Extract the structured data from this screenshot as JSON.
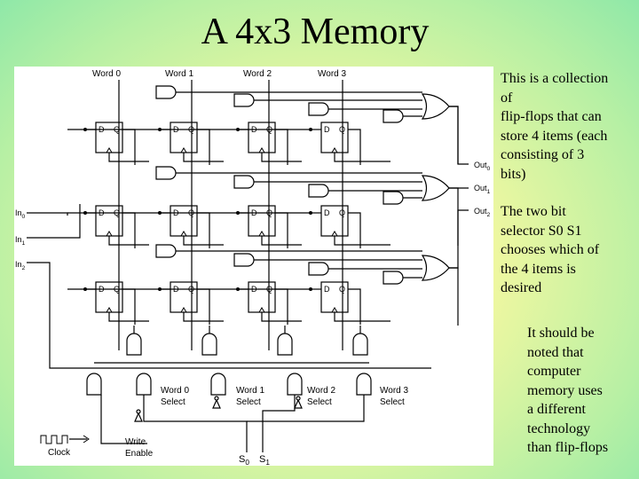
{
  "slide": {
    "title": "A 4x3 Memory",
    "notes": [
      [
        "This is a collection",
        "of",
        "flip-flops that can",
        "store 4 items (each",
        "consisting of 3",
        "bits)"
      ],
      [
        "The two bit",
        "selector S0 S1",
        "chooses which of",
        "the 4 items is",
        "desired"
      ],
      [
        "It should be",
        "noted that",
        "computer",
        "memory uses",
        "a different",
        "technology",
        "than flip-flops"
      ]
    ]
  },
  "diagram": {
    "word_labels": [
      "Word 0",
      "Word 1",
      "Word 2",
      "Word 3"
    ],
    "flipflop_pins": {
      "d": "D",
      "q": "Q"
    },
    "input_labels": [
      {
        "base": "In",
        "sub": "0"
      },
      {
        "base": "In",
        "sub": "1"
      },
      {
        "base": "In",
        "sub": "2"
      }
    ],
    "output_labels": [
      {
        "base": "Out",
        "sub": "0"
      },
      {
        "base": "Out",
        "sub": "1"
      },
      {
        "base": "Out",
        "sub": "2"
      }
    ],
    "select_labels": [
      [
        "Word 0",
        "Select"
      ],
      [
        "Word 1",
        "Select"
      ],
      [
        "Word 2",
        "Select"
      ],
      [
        "Word 3",
        "Select"
      ]
    ],
    "write_enable_label": [
      "Write",
      "Enable"
    ],
    "clock_label": "Clock",
    "selector_labels": [
      {
        "base": "S",
        "sub": "0"
      },
      {
        "base": "S",
        "sub": "1"
      }
    ]
  }
}
